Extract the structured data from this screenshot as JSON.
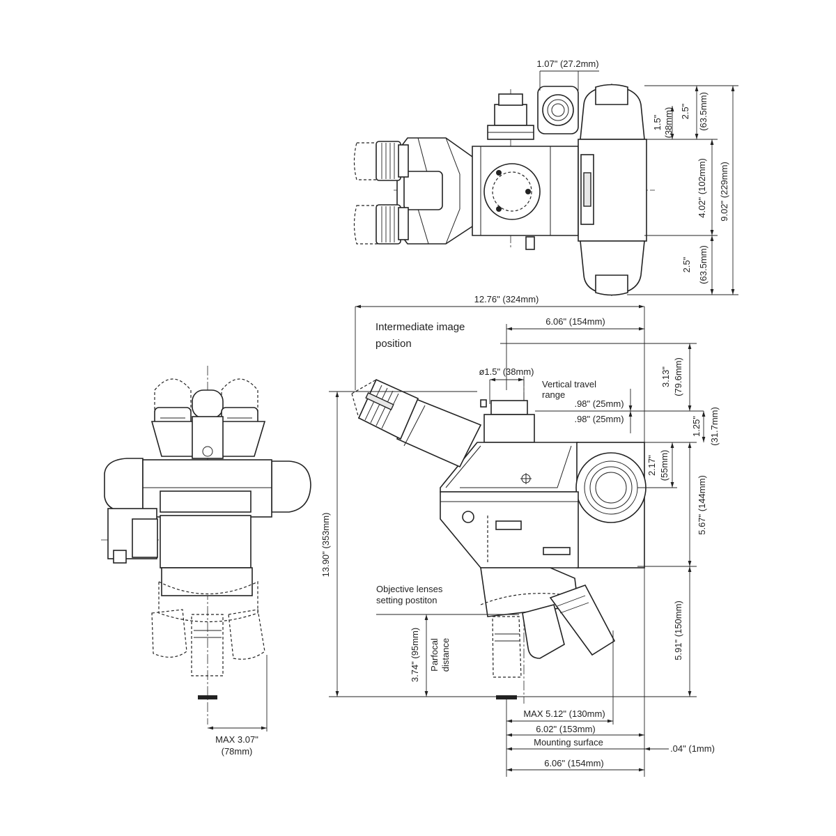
{
  "labels": {
    "top_width": "1.07\" (27.2mm)",
    "top_eyepiece_len": "1.5\"",
    "top_eyepiece_len_mm": "(38mm)",
    "top_front_knob": "2.5\"",
    "top_front_knob_mm": "(63.5mm)",
    "top_body": "4.02\" (102mm)",
    "top_total": "9.02\" (229mm)",
    "top_rear_knob": "2.5\"",
    "top_rear_knob_mm": "(63.5mm)",
    "overall_width": "12.76\" (324mm)",
    "intermediate_image_line1": "Intermediate image",
    "intermediate_image_line2": "position",
    "upper_width": "6.06\" (154mm)",
    "tube_diameter": "ø1.5\" (38mm)",
    "vertical_travel_line1": "Vertical travel",
    "vertical_travel_line2": "range",
    "travel_up": ".98\" (25mm)",
    "travel_down": ".98\" (25mm)",
    "right_upper": "3.13\"",
    "right_upper_mm": "(79.6mm)",
    "right_small": "1.25\"",
    "right_small_mm": "(31.7mm)",
    "knob_height": "2.17\"",
    "knob_height_mm": "(55mm)",
    "right_mid": "5.67\" (144mm)",
    "right_lower": "5.91\" (150mm)",
    "total_height": "13.90\" (353mm)",
    "objective_line1": "Objective lenses",
    "objective_line2": "setting postiton",
    "parfocal_value": "3.74\" (95mm)",
    "parfocal_line1": "Parfocal",
    "parfocal_line2": "distance",
    "max_front": "MAX 5.12\" (130mm)",
    "mount_width": "6.02\" (153mm)",
    "mounting_surface": "Mounting surface",
    "mount_offset": ".04\" (1mm)",
    "base_width": "6.06\" (154mm)",
    "max_side": "MAX 3.07\"",
    "max_side_mm": "(78mm)"
  }
}
